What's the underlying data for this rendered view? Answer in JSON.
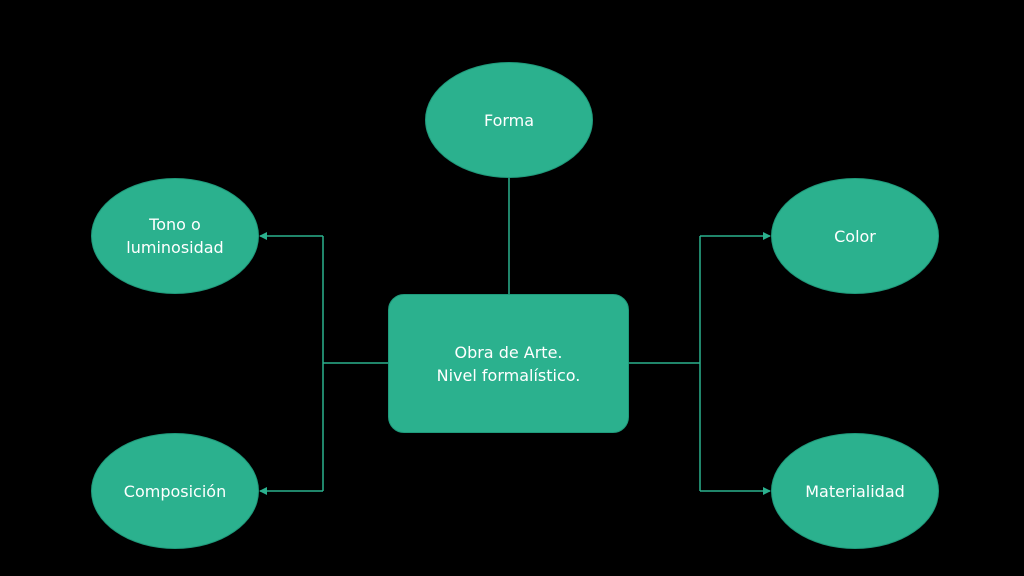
{
  "colors": {
    "background": "#000000",
    "node_fill": "#2bb18e",
    "connector": "#2bb18e",
    "text": "#ffffff"
  },
  "diagram": {
    "center": {
      "line1": "Obra de Arte.",
      "line2": "Nivel formalístico."
    },
    "top": {
      "label": "Forma"
    },
    "left_top": {
      "line1": "Tono o",
      "line2": "luminosidad"
    },
    "left_bottom": {
      "label": "Composición"
    },
    "right_top": {
      "label": "Color"
    },
    "right_bottom": {
      "label": "Materialidad"
    }
  }
}
